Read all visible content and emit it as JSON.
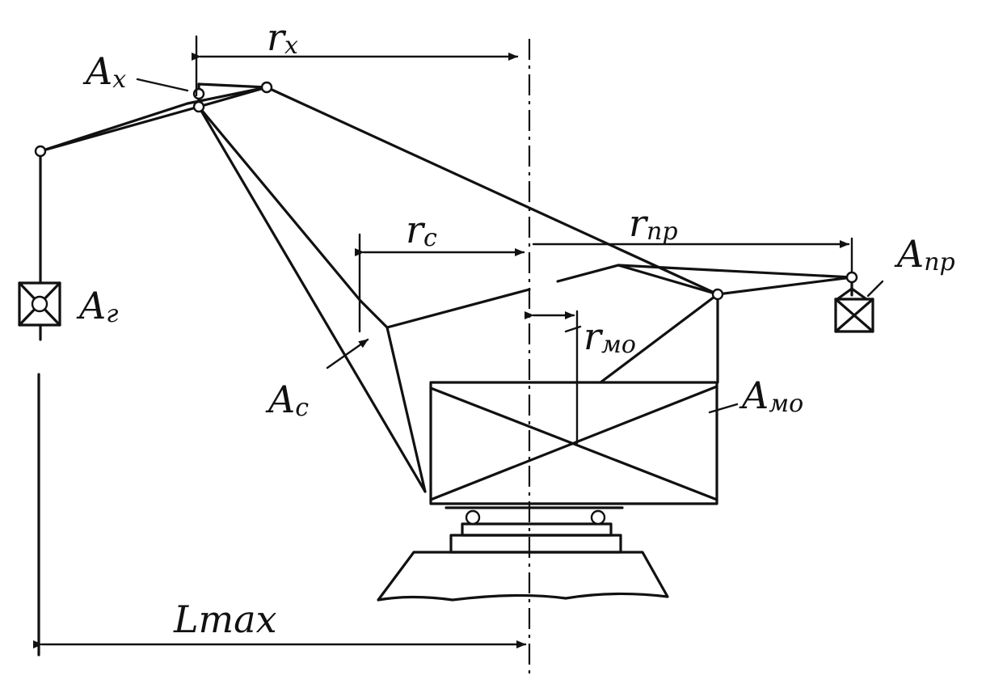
{
  "labels": {
    "A_x": {
      "main": "A",
      "sub": "x"
    },
    "A_g": {
      "main": "A",
      "sub": "г"
    },
    "A_c": {
      "main": "A",
      "sub": "c"
    },
    "A_mo": {
      "main": "A",
      "sub": "мо"
    },
    "A_pr": {
      "main": "A",
      "sub": "пр"
    },
    "r_x": {
      "main": "r",
      "sub": "x"
    },
    "r_c": {
      "main": "r",
      "sub": "c"
    },
    "r_pr": {
      "main": "r",
      "sub": "пр"
    },
    "r_mo": {
      "main": "r",
      "sub": "мо"
    },
    "L_max": "Lmax"
  }
}
